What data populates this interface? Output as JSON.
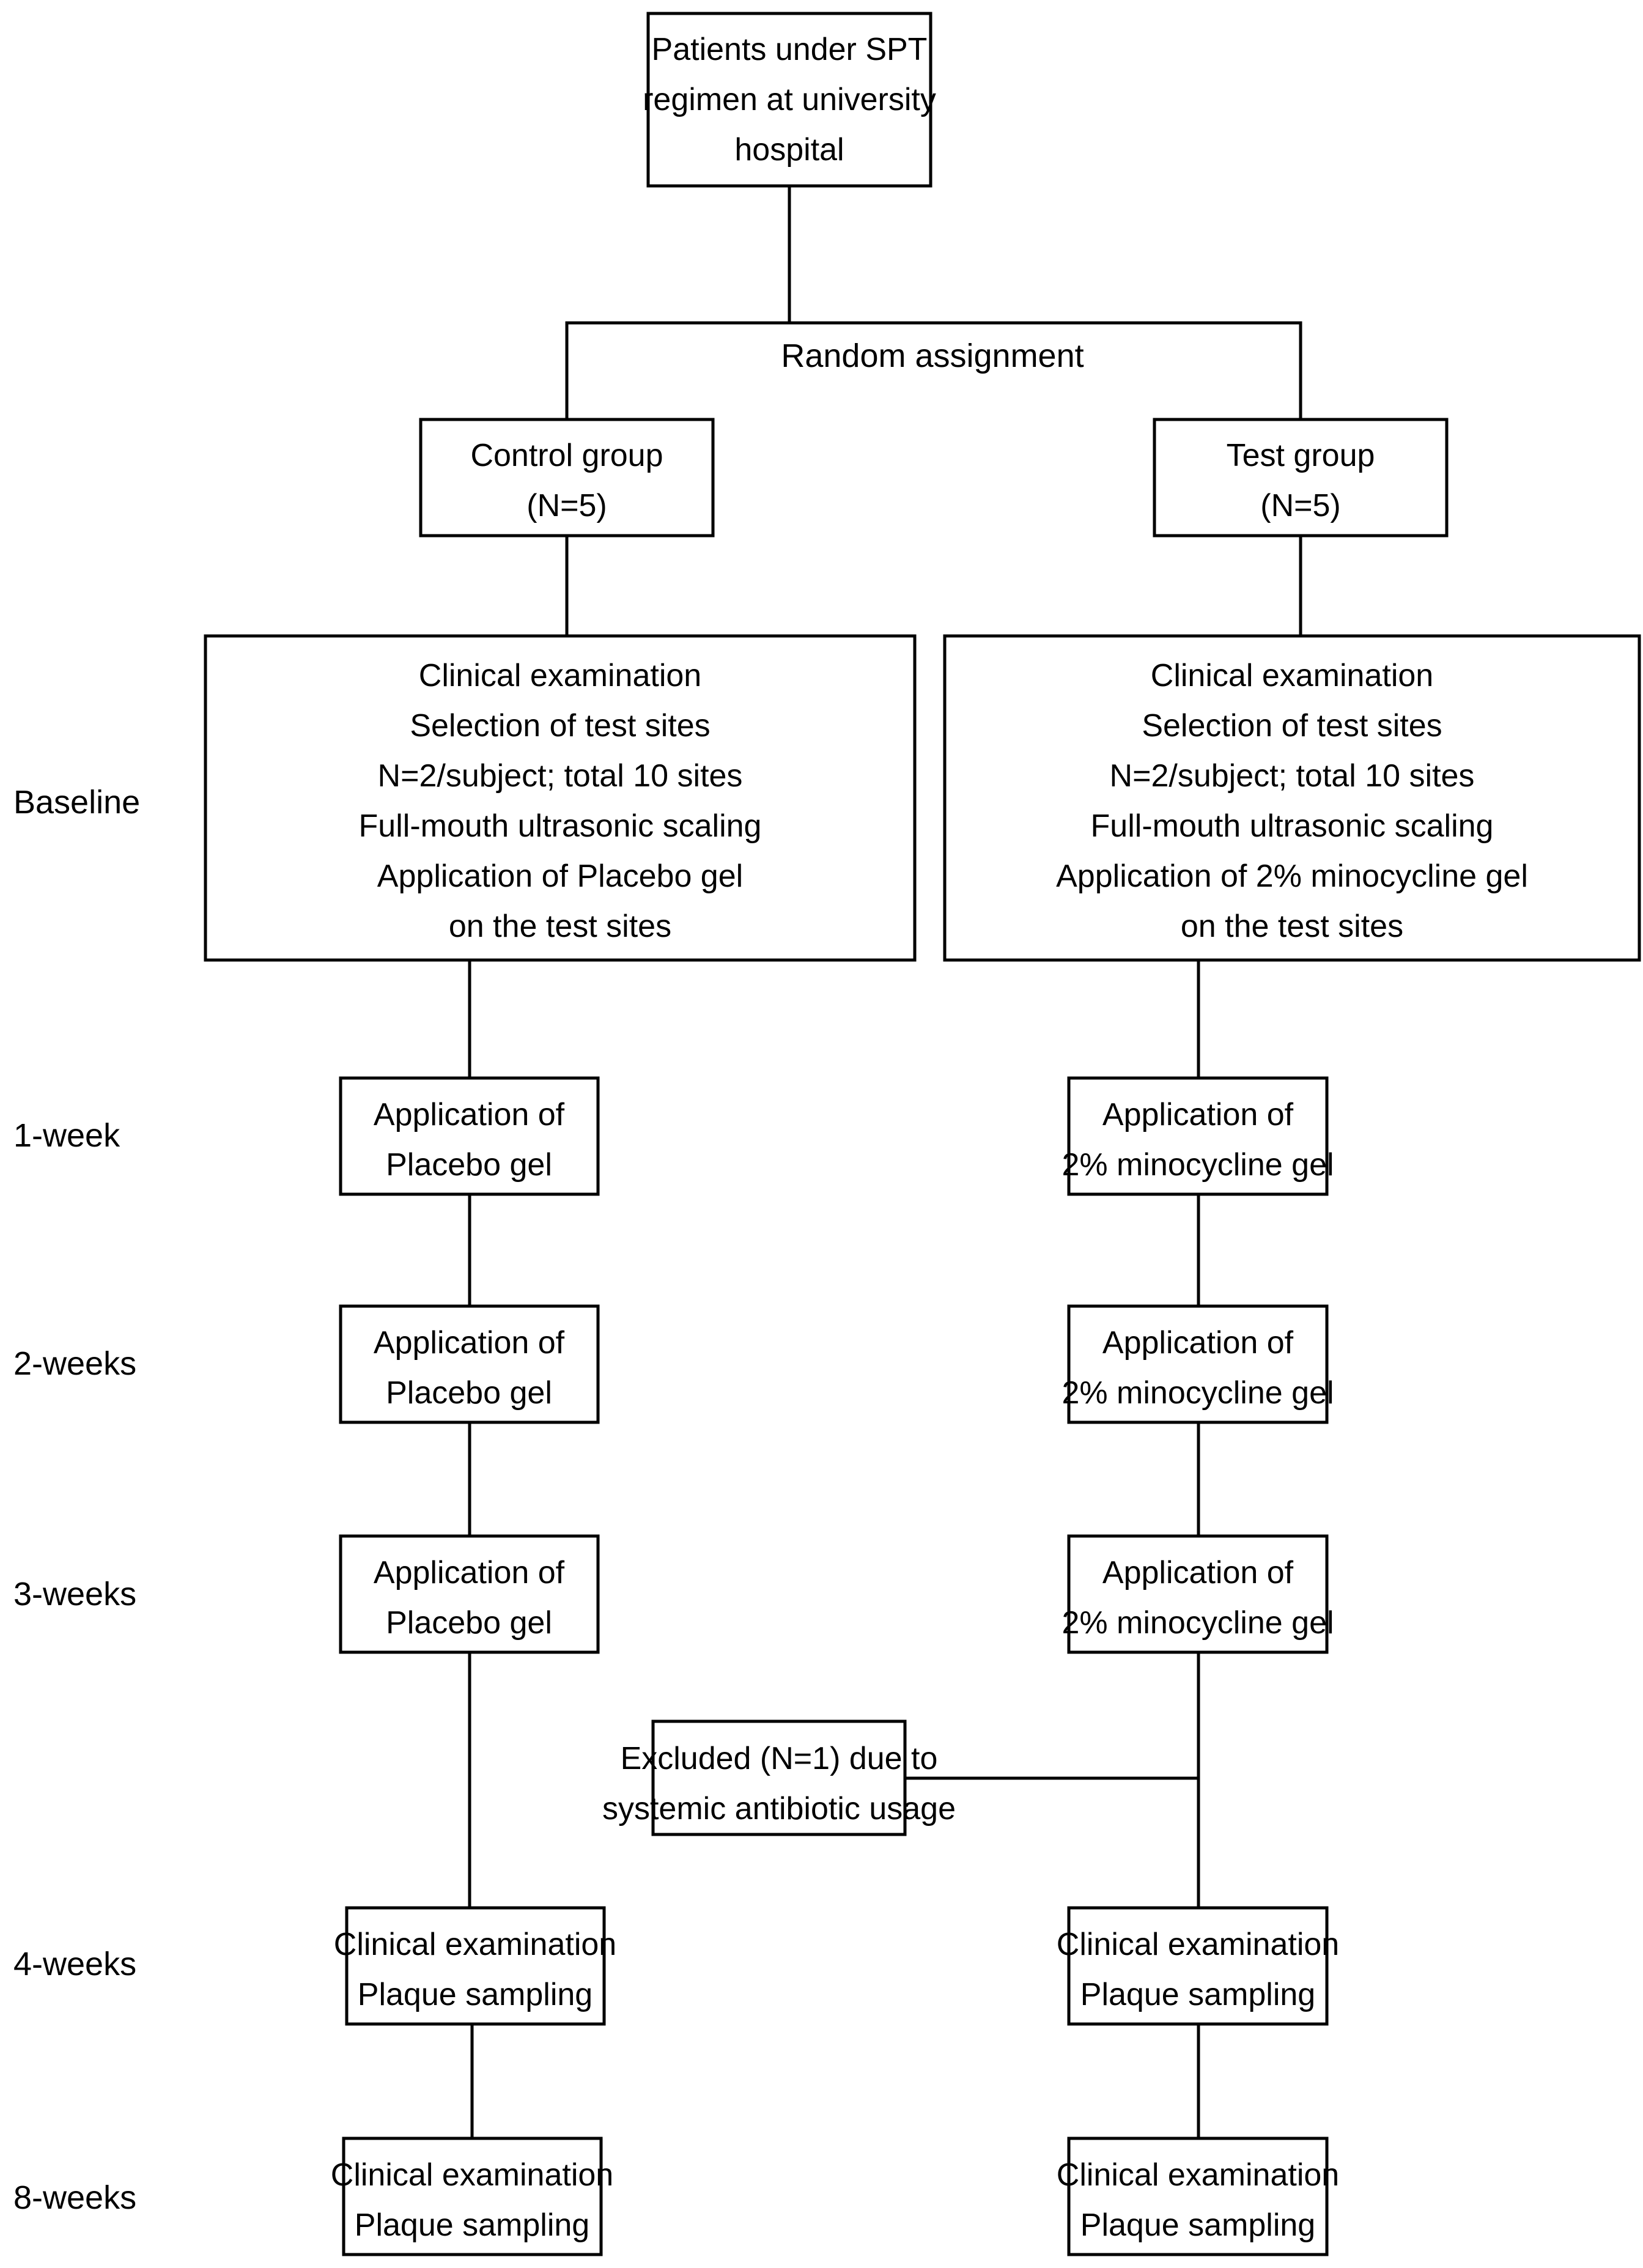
{
  "diagram": {
    "title_box": {
      "lines": [
        "Patients under SPT",
        "regimen at university",
        "hospital"
      ]
    },
    "branch_label": "Random assignment",
    "groups": {
      "control": {
        "lines": [
          "Control group",
          "(N=5)"
        ]
      },
      "test": {
        "lines": [
          "Test group",
          "(N=5)"
        ]
      }
    },
    "stage_labels": [
      "Baseline",
      "1-week",
      "2-weeks",
      "3-weeks",
      "4-weeks",
      "8-weeks"
    ],
    "rows": {
      "baseline": {
        "control": {
          "lines": [
            "Clinical examination",
            "Selection of test sites",
            "N=2/subject; total 10 sites",
            "Full-mouth ultrasonic scaling",
            "Application of Placebo gel",
            "on the test sites"
          ]
        },
        "test": {
          "lines": [
            "Clinical examination",
            "Selection of test sites",
            "N=2/subject; total 10 sites",
            "Full-mouth ultrasonic scaling",
            "Application of 2% minocycline gel",
            "on the test sites"
          ]
        }
      },
      "week1": {
        "control": {
          "lines": [
            "Application of",
            "Placebo gel"
          ]
        },
        "test": {
          "lines": [
            "Application of",
            "2% minocycline gel"
          ]
        }
      },
      "week2": {
        "control": {
          "lines": [
            "Application of",
            "Placebo gel"
          ]
        },
        "test": {
          "lines": [
            "Application of",
            "2% minocycline gel"
          ]
        }
      },
      "week3": {
        "control": {
          "lines": [
            "Application of",
            "Placebo gel"
          ]
        },
        "test": {
          "lines": [
            "Application of",
            "2% minocycline gel"
          ]
        }
      },
      "week4": {
        "control": {
          "lines": [
            "Clinical examination",
            "Plaque sampling"
          ]
        },
        "test": {
          "lines": [
            "Clinical examination",
            "Plaque sampling"
          ]
        }
      },
      "week8": {
        "control": {
          "lines": [
            "Clinical examination",
            "Plaque sampling"
          ]
        },
        "test": {
          "lines": [
            "Clinical examination",
            "Plaque sampling"
          ]
        }
      }
    },
    "excluded_box": {
      "lines": [
        "Excluded (N=1) due to",
        "systemic antibiotic usage"
      ]
    },
    "colors": {
      "background": "#ffffff",
      "stroke": "#000000",
      "text": "#000000"
    }
  }
}
